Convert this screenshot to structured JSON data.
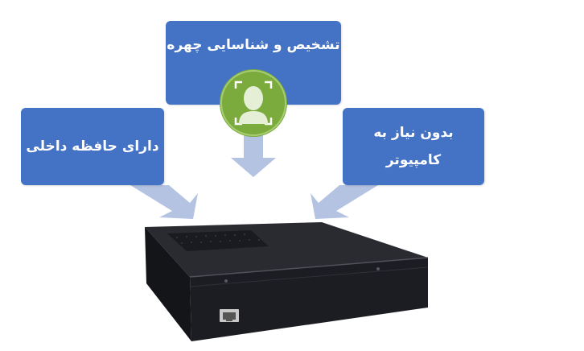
{
  "features": {
    "center": "تشخیص و شناسایی چهره",
    "left": "دارای حافظه داخلی",
    "right_line1": "بدون نیاز به",
    "right_line2": "کامپیوتر"
  },
  "colors": {
    "box": "#4472c4",
    "arrow": "#b4c3e2",
    "face_icon_bg": "#7aab3c",
    "device": "#1c1d22"
  },
  "icons": {
    "face": "face-recognition-icon",
    "port": "ethernet-port-icon"
  }
}
